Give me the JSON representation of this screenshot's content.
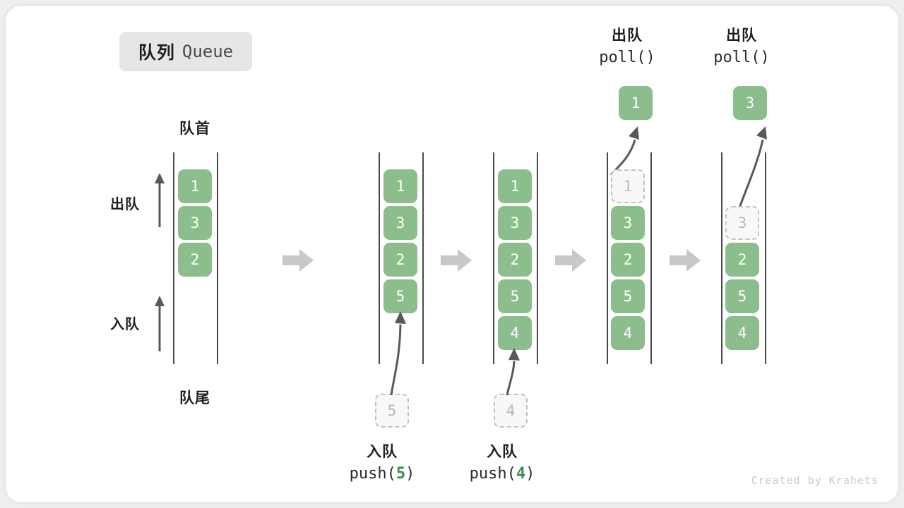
{
  "title": {
    "cn": "队列",
    "en": "Queue"
  },
  "colors": {
    "cell_fill": "#8cbd8c",
    "cell_text": "#ffffff",
    "ghost_fill": "#f8f8f8",
    "ghost_border": "#c2c2c2",
    "ghost_text": "#b9b9b9",
    "rail": "#4a4a4a",
    "arrow": "#595959",
    "separator": "#c8c8c8",
    "badge_bg": "#e6e6e6",
    "code_accent": "#3c8a4e"
  },
  "labels": {
    "front": "队首",
    "rear": "队尾",
    "dequeue": "出队",
    "enqueue": "入队"
  },
  "columns": [
    {
      "id": "initial",
      "cells": [
        "1",
        "3",
        "2"
      ],
      "ghost_index": null,
      "ghost_value": null
    },
    {
      "id": "after-push-5",
      "cells": [
        "1",
        "3",
        "2",
        "5"
      ],
      "ghost_index": null,
      "ghost_value": null,
      "incoming_value": "5",
      "caption_cn": "入队",
      "caption_code_pre": "push(",
      "caption_code_num": "5",
      "caption_code_post": ")"
    },
    {
      "id": "after-push-4",
      "cells": [
        "1",
        "3",
        "2",
        "5",
        "4"
      ],
      "ghost_index": null,
      "ghost_value": null,
      "incoming_value": "4",
      "caption_cn": "入队",
      "caption_code_pre": "push(",
      "caption_code_num": "4",
      "caption_code_post": ")"
    },
    {
      "id": "after-poll-1",
      "cells": [
        "1",
        "3",
        "2",
        "5",
        "4"
      ],
      "ghost_index": 0,
      "ghost_value": "1",
      "popped_value": "1",
      "header_cn": "出队",
      "header_code": "poll()"
    },
    {
      "id": "after-poll-3",
      "cells": [
        "3",
        "2",
        "5",
        "4"
      ],
      "ghost_index": 0,
      "ghost_value": "3",
      "popped_value": "3",
      "header_cn": "出队",
      "header_code": "poll()"
    }
  ],
  "footer": "Created by Krahets"
}
